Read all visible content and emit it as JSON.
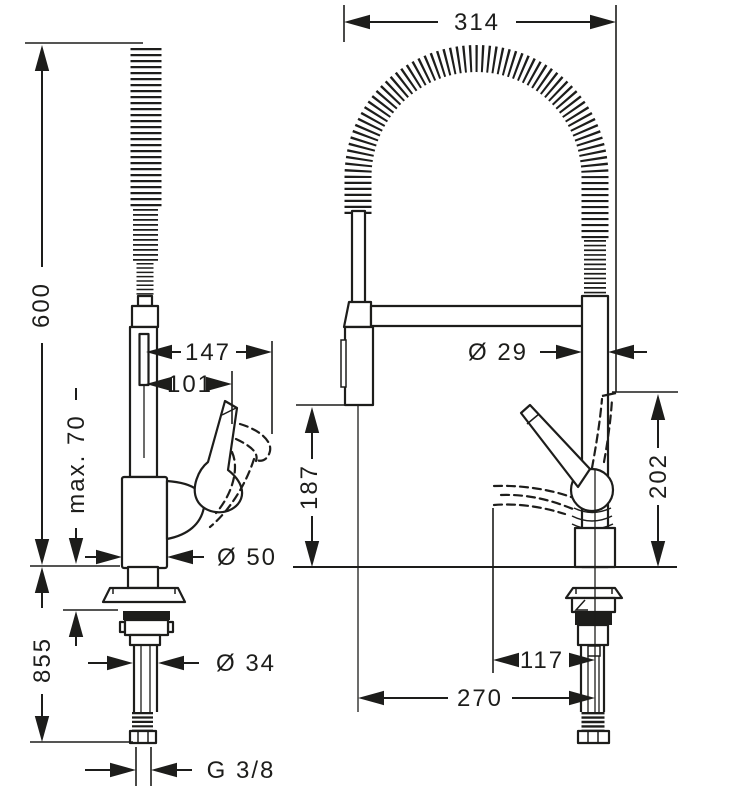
{
  "drawing": {
    "background_color": "#ffffff",
    "line_color": "#1d1d1b",
    "side_view": {
      "d600": "600",
      "max70": "max. 70",
      "d147": "147",
      "d101": "101",
      "dia50": "Ø 50",
      "d855": "855",
      "dia34": "Ø 34",
      "g38": "G 3/8"
    },
    "front_view": {
      "d314": "314",
      "dia29": "Ø 29",
      "d187": "187",
      "d202": "202",
      "d117": "117",
      "d270": "270"
    }
  }
}
